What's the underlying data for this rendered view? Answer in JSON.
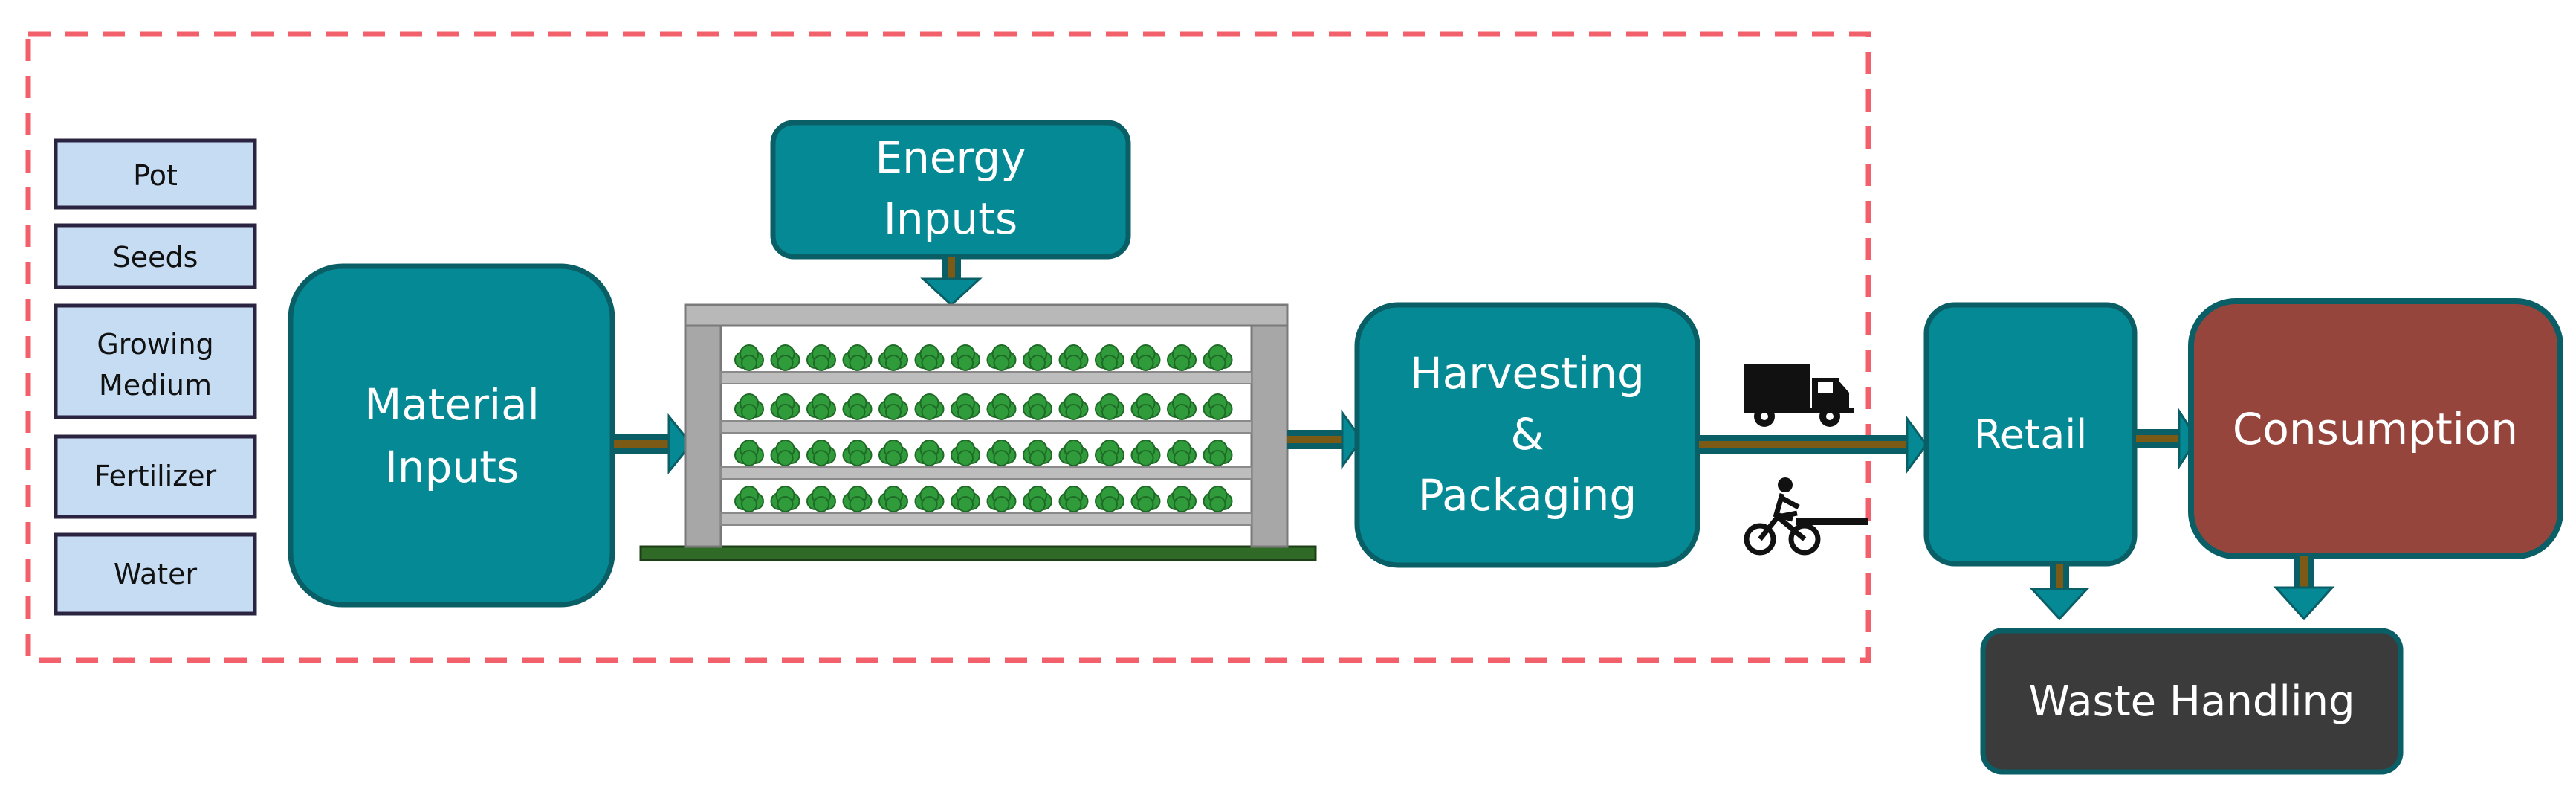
{
  "materials": [
    "Pot",
    "Seeds",
    "Growing Medium",
    "Fertilizer",
    "Water"
  ],
  "material_inputs": [
    "Material",
    "Inputs"
  ],
  "energy_inputs": [
    "Energy",
    "Inputs"
  ],
  "harvesting": [
    "Harvesting",
    "&",
    "Packaging"
  ],
  "retail": "Retail",
  "consumption": "Consumption",
  "waste": "Waste Handling",
  "colors": {
    "teal": "#058a95",
    "teal_border": "#0a5f66",
    "material_fill": "#c5dcf3",
    "material_border": "#2b2440",
    "consumption": "#96453c",
    "waste": "#3b3b3b",
    "dashed_boundary": "#f2606b",
    "arrow_core": "#7a5a14",
    "plant": "#2f9b3a",
    "rack_frame": "#a7a7a7"
  },
  "icons": [
    "truck-icon",
    "bicycle-courier-icon"
  ]
}
